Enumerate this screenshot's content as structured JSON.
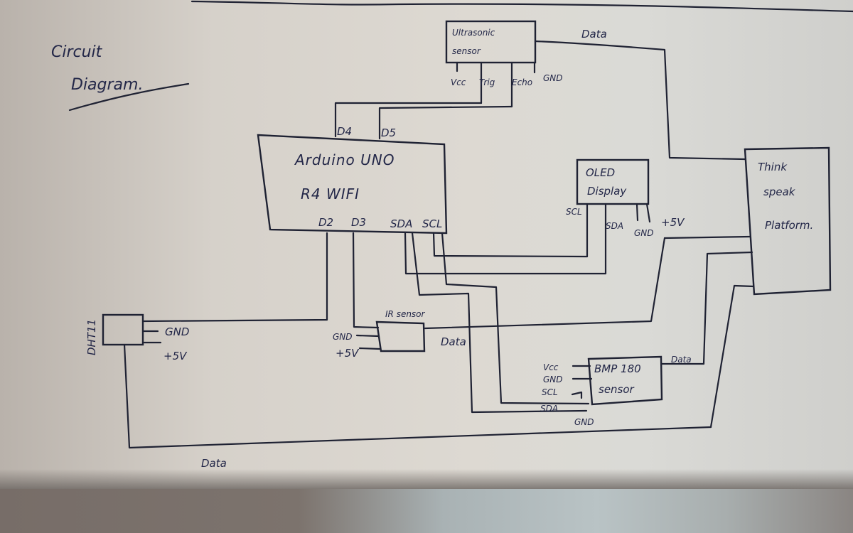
{
  "title": {
    "line1": "Circuit",
    "line2": "Diagram."
  },
  "components": {
    "ultrasonic": {
      "line1": "Ultrasonic",
      "line2": "sensor",
      "pins": {
        "vcc": "Vcc",
        "trig": "Trig",
        "echo": "Echo",
        "gnd": "GND"
      },
      "data_label": "Data"
    },
    "arduino": {
      "line1": "Arduino UNO",
      "line2": "R4 WIFI",
      "pins": {
        "d4": "D4",
        "d5": "D5",
        "d2": "D2",
        "d3": "D3",
        "sda": "SDA",
        "scl": "SCL"
      }
    },
    "oled": {
      "line1": "OLED",
      "line2": "Display",
      "pins": {
        "scl": "SCL",
        "sda": "SDA",
        "gnd": "GND",
        "vcc": "+5V"
      }
    },
    "thingspeak": {
      "line1": "Think",
      "line2": "speak",
      "line3": "Platform."
    },
    "dht11": {
      "name": "DHT11",
      "pins": {
        "gnd": "GND",
        "vcc": "+5V"
      },
      "data_label": "Data"
    },
    "ir": {
      "name": "IR sensor",
      "pins": {
        "gnd": "GND",
        "vcc": "+5V"
      },
      "data_label": "Data"
    },
    "bmp180": {
      "line1": "BMP 180",
      "line2": "sensor",
      "pins": {
        "vcc": "Vcc",
        "gnd": "GND",
        "scl": "SCL",
        "sda": "SDA",
        "gnd2": "GND"
      },
      "data_label": "Data"
    }
  },
  "colors": {
    "ink": "#1f2233",
    "paper": "#d8d4cd"
  }
}
